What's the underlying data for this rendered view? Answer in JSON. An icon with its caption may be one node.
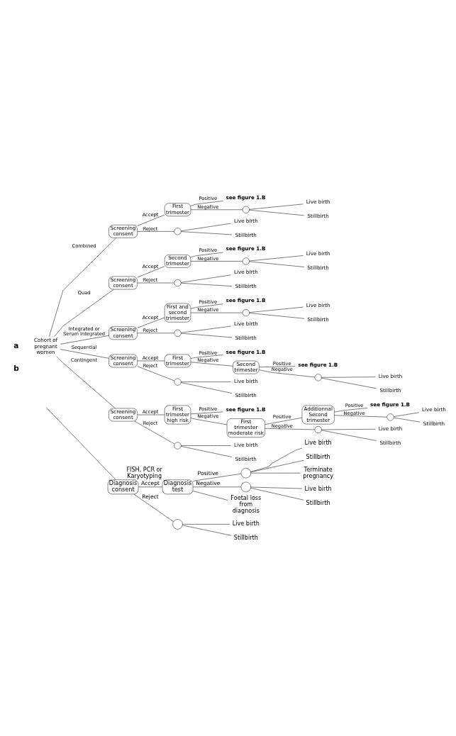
{
  "diagram": {
    "nodes": [
      {
        "text": [
          "Cohort of pregnant women"
        ]
      },
      {
        "text": [
          "Screening consent"
        ]
      },
      {
        "text": [
          "First trimester"
        ]
      },
      {
        "text": [
          "see figure 1.B"
        ]
      },
      {
        "text": [],
        "shape": "circle"
      },
      {
        "text": [
          "Live birth"
        ]
      },
      {
        "text": [
          "Stillbirth"
        ]
      },
      {
        "text": [],
        "shape": "circle"
      },
      {
        "text": [
          "Live birth"
        ]
      },
      {
        "text": [
          "Stillbirth"
        ]
      },
      {
        "text": [
          "Screening consent"
        ]
      },
      {
        "text": [
          "Second trimester"
        ]
      },
      {
        "text": [
          "see figure 1.B"
        ]
      },
      {
        "text": [],
        "shape": "circle"
      },
      {
        "text": [
          "Live birth"
        ]
      },
      {
        "text": [
          "Stillbirth"
        ]
      },
      {
        "text": [],
        "shape": "circle"
      },
      {
        "text": [
          "Live birth"
        ]
      },
      {
        "text": [
          "Stillbirth"
        ]
      },
      {
        "text": [
          "Screening consent"
        ]
      },
      {
        "text": [
          "First and second trimester"
        ]
      },
      {
        "text": [
          "see figure 1.B"
        ]
      },
      {
        "text": [],
        "shape": "circle"
      },
      {
        "text": [
          "Live birth"
        ]
      },
      {
        "text": [
          "Stillbirth"
        ]
      },
      {
        "text": [],
        "shape": "circle"
      },
      {
        "text": [
          "Live birth"
        ]
      },
      {
        "text": [
          "Stillbirth"
        ]
      },
      {
        "text": [
          "Screening consent"
        ]
      },
      {
        "text": [
          "First trimester"
        ]
      },
      {
        "text": [
          "see figure 1.B"
        ]
      },
      {
        "text": [
          "Second trimester"
        ]
      },
      {
        "text": [
          "see figure 1.B"
        ]
      },
      {
        "text": [],
        "shape": "circle"
      },
      {
        "text": [
          "Live birth"
        ]
      },
      {
        "text": [
          "Stillbirth"
        ]
      },
      {
        "text": [],
        "shape": "circle"
      },
      {
        "text": [
          "Live birth"
        ]
      },
      {
        "text": [
          "Stillbirth"
        ]
      },
      {
        "text": [
          "Screening consent"
        ]
      },
      {
        "text": [
          "First trimester high risk"
        ]
      },
      {
        "text": [
          "see figure 1.B"
        ]
      },
      {
        "text": [
          "First trimester moderate risk"
        ]
      },
      {
        "text": [
          "Additionnal Second trimester"
        ]
      },
      {
        "text": [
          "see figure 1.B"
        ]
      },
      {
        "text": [],
        "shape": "circle"
      },
      {
        "text": [
          "Live birth"
        ]
      },
      {
        "text": [
          "Stillbirth"
        ]
      },
      {
        "text": [],
        "shape": "circle"
      },
      {
        "text": [
          "Live birth"
        ]
      },
      {
        "text": [
          "Stillbirth"
        ]
      },
      {
        "text": [],
        "shape": "circle"
      },
      {
        "text": [
          "Live birth"
        ]
      },
      {
        "text": [
          "Stillbirth"
        ]
      },
      {
        "text": [
          "Diagnosis consent"
        ]
      },
      {
        "text": [
          "Diagnosis test"
        ],
        "beside": [
          "FISH, PCR or Karyotyping"
        ]
      },
      {
        "text": [],
        "shape": "circle"
      },
      {
        "text": [
          "Live birth"
        ]
      },
      {
        "text": [
          "Stillbirth"
        ]
      },
      {
        "text": [
          "Terminate pregnancy"
        ]
      },
      {
        "text": [],
        "shape": "circle"
      },
      {
        "text": [
          "Live birth"
        ]
      },
      {
        "text": [
          "Stillbirth"
        ]
      },
      {
        "text": [
          "Foetal loss from diagnosis"
        ]
      },
      {
        "text": [],
        "shape": "circle"
      },
      {
        "text": [
          "Live birth"
        ]
      },
      {
        "text": [
          "Stillbirth"
        ]
      }
    ],
    "edges": [
      {
        "from": 0,
        "to": 1,
        "arrow": "none",
        "label": "Combined"
      },
      {
        "from": 0,
        "to": 10,
        "arrow": "none",
        "label": "Quad"
      },
      {
        "from": 0,
        "to": 19,
        "arrow": "none",
        "label": "Integrated or Serum Integrated"
      },
      {
        "from": 0,
        "to": 28,
        "arrow": "none",
        "label": "Sequential"
      },
      {
        "from": 0,
        "to": 39,
        "arrow": "none",
        "label": "Contingent"
      },
      {
        "from": 1,
        "to": 2,
        "arrow": "none",
        "label": "Accept"
      },
      {
        "from": 1,
        "to": 7,
        "arrow": "none",
        "label": "Reject"
      },
      {
        "from": 2,
        "to": 3,
        "arrow": "none",
        "label": "Positive"
      },
      {
        "from": 2,
        "to": 4,
        "arrow": "none",
        "label": "Negative"
      },
      {
        "from": 4,
        "to": 5,
        "arrow": "none"
      },
      {
        "from": 4,
        "to": 6,
        "arrow": "none"
      },
      {
        "from": 7,
        "to": 8,
        "arrow": "none"
      },
      {
        "from": 7,
        "to": 9,
        "arrow": "none"
      },
      {
        "from": 10,
        "to": 11,
        "arrow": "none",
        "label": "Accept"
      },
      {
        "from": 10,
        "to": 16,
        "arrow": "none",
        "label": "Reject"
      },
      {
        "from": 11,
        "to": 12,
        "arrow": "none",
        "label": "Positive"
      },
      {
        "from": 11,
        "to": 13,
        "arrow": "none",
        "label": "Negative"
      },
      {
        "from": 13,
        "to": 14,
        "arrow": "none"
      },
      {
        "from": 13,
        "to": 15,
        "arrow": "none"
      },
      {
        "from": 16,
        "to": 17,
        "arrow": "none"
      },
      {
        "from": 16,
        "to": 18,
        "arrow": "none"
      },
      {
        "from": 19,
        "to": 20,
        "arrow": "none",
        "label": "Accept"
      },
      {
        "from": 19,
        "to": 25,
        "arrow": "none",
        "label": "Reject"
      },
      {
        "from": 20,
        "to": 21,
        "arrow": "none",
        "label": "Positive"
      },
      {
        "from": 20,
        "to": 22,
        "arrow": "none",
        "label": "Negative"
      },
      {
        "from": 22,
        "to": 23,
        "arrow": "none"
      },
      {
        "from": 22,
        "to": 24,
        "arrow": "none"
      },
      {
        "from": 25,
        "to": 26,
        "arrow": "none"
      },
      {
        "from": 25,
        "to": 27,
        "arrow": "none"
      },
      {
        "from": 28,
        "to": 29,
        "arrow": "none",
        "label": "Accept"
      },
      {
        "from": 28,
        "to": 36,
        "arrow": "none",
        "label": "Reject"
      },
      {
        "from": 29,
        "to": 30,
        "arrow": "none",
        "label": "Positive"
      },
      {
        "from": 29,
        "to": 31,
        "arrow": "none",
        "label": "Negative"
      },
      {
        "from": 31,
        "to": 32,
        "arrow": "none",
        "label": "Positive"
      },
      {
        "from": 31,
        "to": 33,
        "arrow": "none",
        "label": "Negative"
      },
      {
        "from": 33,
        "to": 34,
        "arrow": "none"
      },
      {
        "from": 33,
        "to": 35,
        "arrow": "none"
      },
      {
        "from": 36,
        "to": 37,
        "arrow": "none"
      },
      {
        "from": 36,
        "to": 38,
        "arrow": "none"
      },
      {
        "from": 39,
        "to": 40,
        "arrow": "none",
        "label": "Accept"
      },
      {
        "from": 39,
        "to": 51,
        "arrow": "none",
        "label": "Reject"
      },
      {
        "from": 40,
        "to": 41,
        "arrow": "none",
        "label": "Positive"
      },
      {
        "from": 40,
        "to": 42,
        "arrow": "none",
        "label": "Negative"
      },
      {
        "from": 42,
        "to": 43,
        "arrow": "none",
        "label": "Positive"
      },
      {
        "from": 42,
        "to": 48,
        "arrow": "none",
        "label": "Negative"
      },
      {
        "from": 43,
        "to": 44,
        "arrow": "none",
        "label": "Positive"
      },
      {
        "from": 43,
        "to": 45,
        "arrow": "none",
        "label": "Negative"
      },
      {
        "from": 45,
        "to": 46,
        "arrow": "none"
      },
      {
        "from": 45,
        "to": 47,
        "arrow": "none"
      },
      {
        "from": 48,
        "to": 49,
        "arrow": "none"
      },
      {
        "from": 48,
        "to": 50,
        "arrow": "none"
      },
      {
        "from": 51,
        "to": 52,
        "arrow": "none"
      },
      {
        "from": 51,
        "to": 53,
        "arrow": "none"
      },
      {
        "from": null,
        "to": 54,
        "arrow": "none"
      },
      {
        "from": 54,
        "to": 55,
        "arrow": "none",
        "label": "Accept"
      },
      {
        "from": 54,
        "to": 64,
        "arrow": "none",
        "label": "Reject"
      },
      {
        "from": 55,
        "to": 56,
        "arrow": "none",
        "label": "Positive"
      },
      {
        "from": 55,
        "to": 60,
        "arrow": "none",
        "label": "Negative"
      },
      {
        "from": 55,
        "to": 63,
        "arrow": "none"
      },
      {
        "from": 56,
        "to": 57,
        "arrow": "none"
      },
      {
        "from": 56,
        "to": 58,
        "arrow": "none"
      },
      {
        "from": 56,
        "to": 59,
        "arrow": "none"
      },
      {
        "from": 60,
        "to": 61,
        "arrow": "none"
      },
      {
        "from": 60,
        "to": 62,
        "arrow": "none"
      },
      {
        "from": 64,
        "to": 65,
        "arrow": "none"
      },
      {
        "from": 64,
        "to": 66,
        "arrow": "none"
      }
    ],
    "labels": [
      "a",
      "b"
    ]
  }
}
